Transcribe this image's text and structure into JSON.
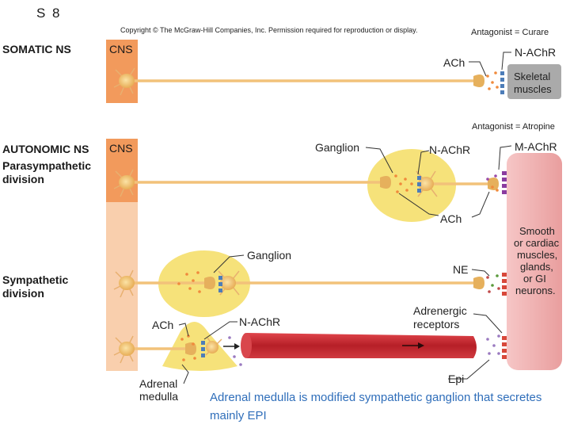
{
  "slide_number": "S 8",
  "copyright": "Copyright © The McGraw-Hill Companies, Inc. Permission required for reproduction or display.",
  "somatic": {
    "title": "SOMATIC NS",
    "cns": "CNS",
    "neurotransmitter": "ACh",
    "receptor": "N-AChR",
    "antagonist": "Antagonist = Curare",
    "target": [
      "Skeletal",
      "muscles"
    ]
  },
  "autonomic": {
    "title": "AUTONOMIC NS",
    "cns": "CNS",
    "parasympathetic": {
      "title": [
        "Parasympathetic",
        "division"
      ],
      "ganglion": "Ganglion",
      "ganglion_receptor": "N-AChR",
      "ganglion_transmitter": "ACh",
      "target_receptor": "M-AChR",
      "antagonist": "Antagonist = Atropine"
    },
    "sympathetic": {
      "title": [
        "Sympathetic",
        "division"
      ],
      "ganglion": "Ganglion",
      "neurotransmitter": "NE",
      "receptors": [
        "Adrenergic",
        "receptors"
      ],
      "adrenal_transmitter": "ACh",
      "adrenal_receptor": "N-AChR",
      "adrenal_medulla": [
        "Adrenal",
        "medulla"
      ],
      "hormone": "Epi"
    },
    "target": [
      "Smooth",
      "or cardiac",
      "muscles,",
      "glands,",
      "or GI",
      "neurons."
    ]
  },
  "caption": "Adrenal medulla is modified sympathetic ganglion that secretes mainly EPI",
  "colors": {
    "cns_orange": "#f29a5c",
    "cns_light": "#f9cfad",
    "axon": "#f2c27a",
    "ganglion_yellow": "#f6e27a",
    "muscle_pink": "#f1b3b3",
    "vessel_red": "#c8242c",
    "caption_blue": "#2f6eba"
  }
}
